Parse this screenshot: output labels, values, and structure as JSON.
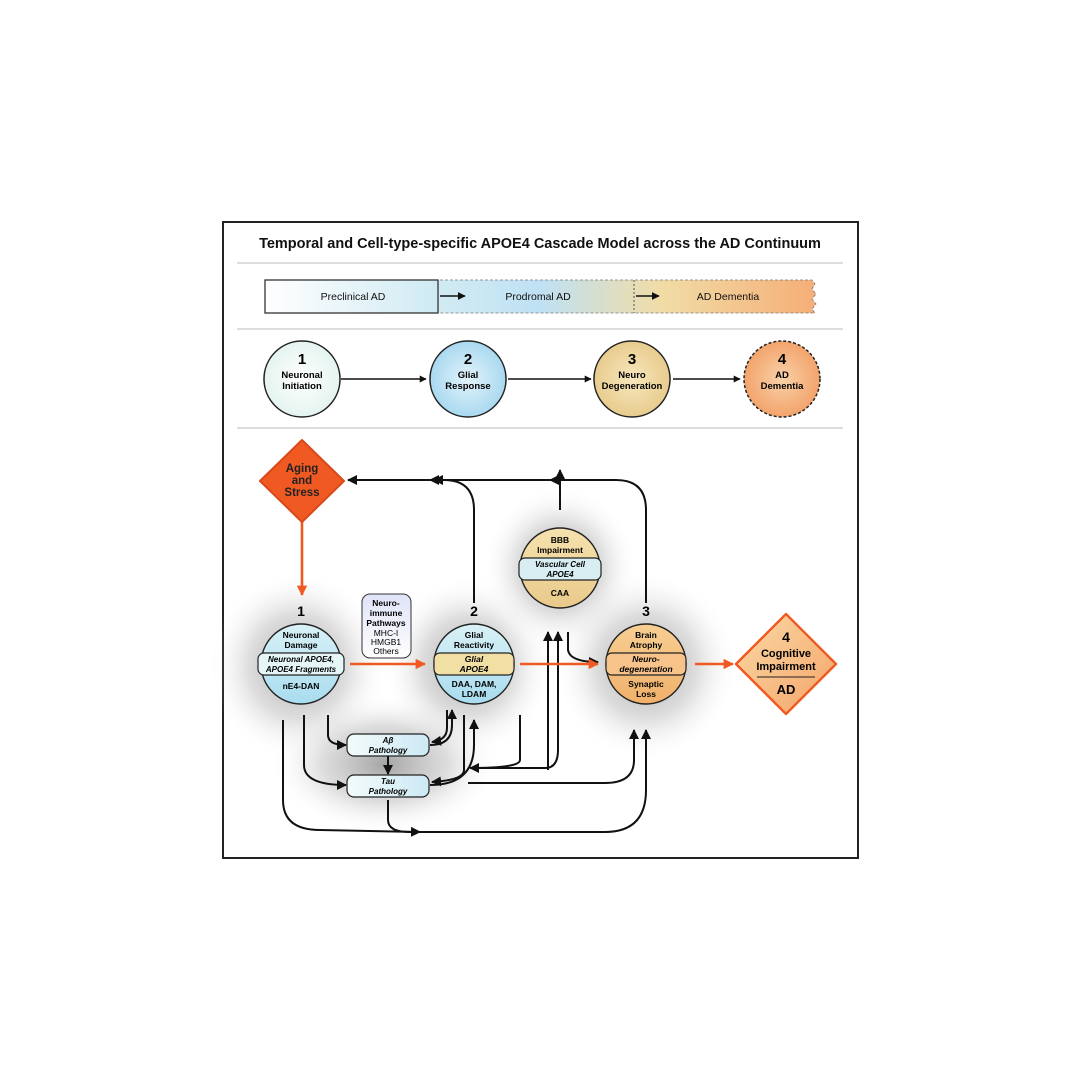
{
  "title": "Temporal and Cell-type-specific APOE4 Cascade Model across the AD Continuum",
  "colors": {
    "accent_orange": "#f05a22",
    "stage_blue": "#bfe3f5",
    "stage_tan": "#f2d9a2",
    "stage_orange": "#f5b27c",
    "frame": "#222222"
  },
  "continuum": {
    "preclinical": "Preclinical AD",
    "prodromal": "Prodromal AD",
    "dementia": "AD Dementia"
  },
  "stages": [
    {
      "number": "1",
      "line1": "Neuronal",
      "line2": "Initiation"
    },
    {
      "number": "2",
      "line1": "Glial",
      "line2": "Response"
    },
    {
      "number": "3",
      "line1": "Neuro",
      "line2": "Degeneration"
    },
    {
      "number": "4",
      "line1": "AD",
      "line2": "Dementia"
    }
  ],
  "aging": {
    "line1": "Aging",
    "line2": "and",
    "line3": "Stress"
  },
  "neuronal": {
    "number": "1",
    "top1": "Neuronal",
    "top2": "Damage",
    "band1": "Neuronal APOE4,",
    "band2": "APOE4 Fragments",
    "bottom": "nE4-DAN"
  },
  "neuroimmune": {
    "head1": "Neuro-",
    "head2": "immune",
    "head3": "Pathways",
    "item1": "MHC-I",
    "item2": "HMGB1",
    "item3": "Others"
  },
  "glial": {
    "number": "2",
    "top1": "Glial",
    "top2": "Reactivity",
    "band1": "Glial",
    "band2": "APOE4",
    "bottom1": "DAA, DAM,",
    "bottom2": "LDAM"
  },
  "bbb": {
    "top1": "BBB",
    "top2": "Impairment",
    "band1": "Vascular Cell",
    "band2": "APOE4",
    "bottom": "CAA"
  },
  "brain": {
    "number": "3",
    "top1": "Brain",
    "top2": "Atrophy",
    "band1": "Neuro-",
    "band2": "degeneration",
    "bottom1": "Synaptic",
    "bottom2": "Loss"
  },
  "cognitive": {
    "number": "4",
    "line1": "Cognitive",
    "line2": "Impairment",
    "line3": "AD"
  },
  "abeta": {
    "line1": "Aβ",
    "line2": "Pathology"
  },
  "tau": {
    "line1": "Tau",
    "line2": "Pathology"
  }
}
